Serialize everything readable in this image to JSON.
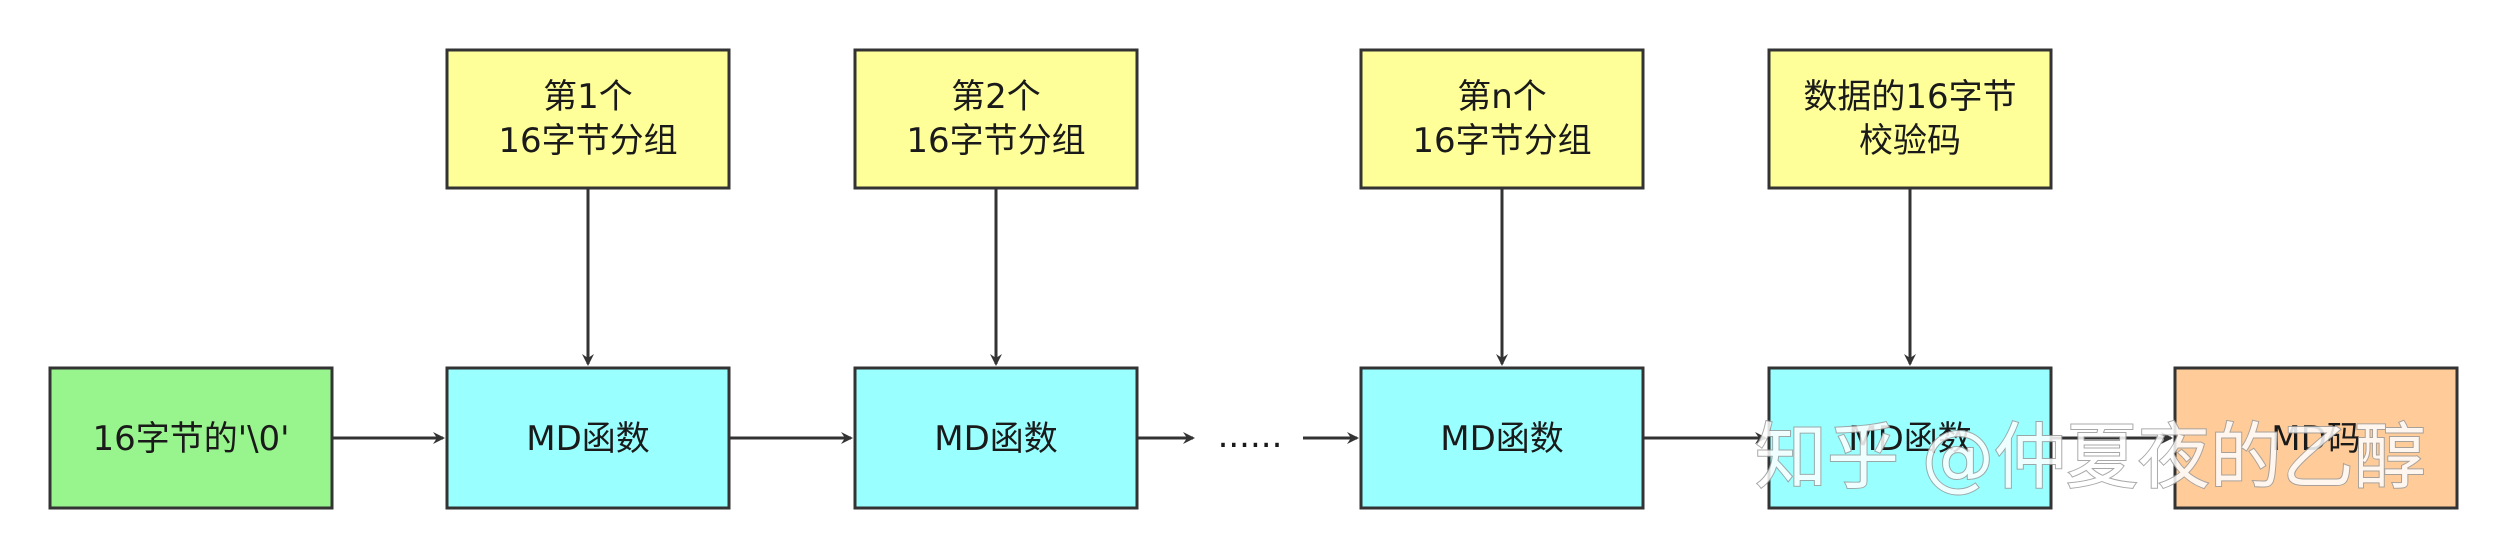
{
  "colors": {
    "start_fill": "#98f48c",
    "group_fill": "#ffff99",
    "md_fill": "#99ffff",
    "result_fill": "#ffcc99",
    "stroke": "#333333"
  },
  "start_box": {
    "label": "16字节的'\\0'"
  },
  "groups": [
    {
      "line1": "第1个",
      "line2": "16字节分组"
    },
    {
      "line1": "第2个",
      "line2": "16字节分组"
    },
    {
      "line1": "第n个",
      "line2": "16字节分组"
    },
    {
      "line1": "数据的16字节",
      "line2": "校验码"
    }
  ],
  "md_boxes": [
    {
      "label": "MD函数"
    },
    {
      "label": "MD函数"
    },
    {
      "label": "MD函数"
    },
    {
      "label": "MD函数"
    }
  ],
  "ellipsis": "......",
  "result_box": {
    "label": "MD码"
  },
  "watermark": "知乎 @仲夏夜的乙醇"
}
